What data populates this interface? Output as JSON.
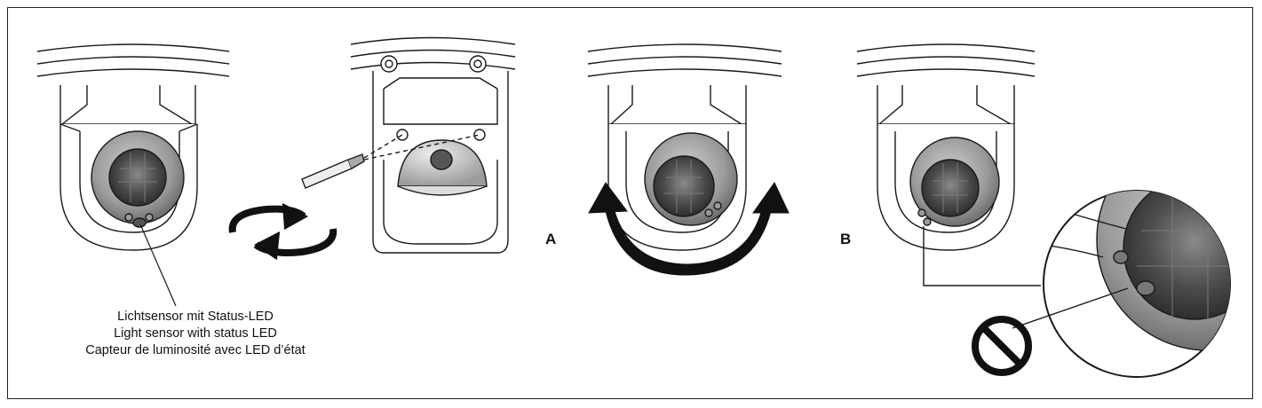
{
  "caption": {
    "line1": "Lichtsensor mit Status-LED",
    "line2": "Light sensor with status LED",
    "line3": "Capteur de luminosité avec LED d’état"
  },
  "labels": {
    "a": "A",
    "b": "B"
  },
  "icons": {
    "rotate": "rotate-arrows-icon",
    "swing": "swing-arrow-icon",
    "prohibited": "prohibited-icon"
  },
  "colors": {
    "line": "#1a1a1a",
    "dome_outer": "#8c8c8c",
    "lens": "#555555",
    "housing": "#ffffff"
  }
}
